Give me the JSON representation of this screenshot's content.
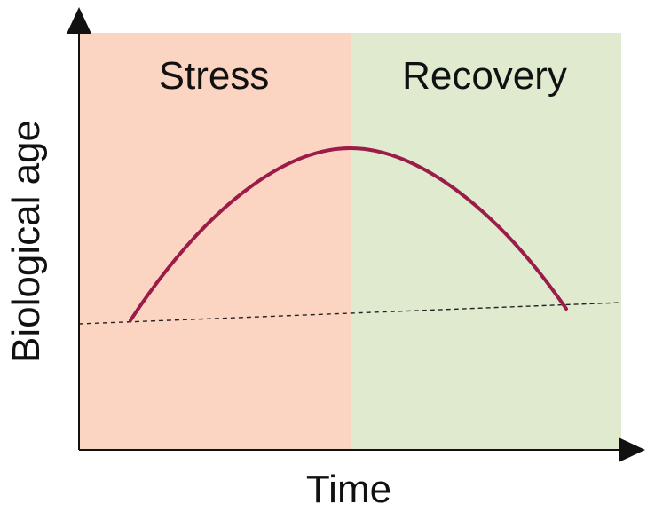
{
  "phases": [
    {
      "label": "Stress",
      "color": "#fcd5c2"
    },
    {
      "label": "Recovery",
      "color": "#dfeacf"
    }
  ],
  "axes": {
    "x_label": "Time",
    "y_label": "Biological age",
    "color": "#111111"
  },
  "curve": {
    "color": "#9b1c48",
    "shape": "rise-then-fall"
  },
  "baseline": {
    "style": "dashed",
    "color": "#222222"
  }
}
